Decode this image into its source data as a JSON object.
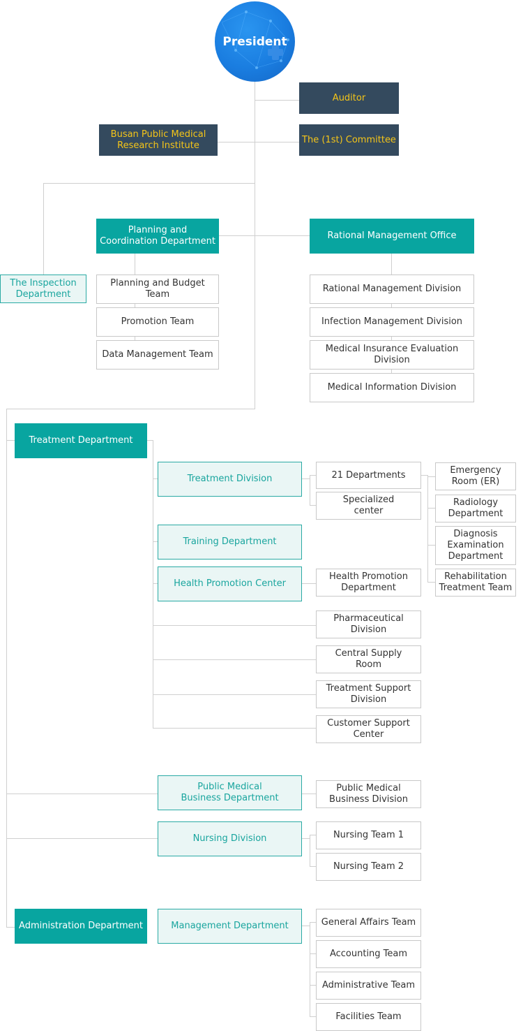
{
  "president": {
    "label": "President"
  },
  "top": {
    "auditor": "Auditor",
    "research_institute": "Busan Public Medical\nResearch Institute",
    "committee": "The (1st) Committee"
  },
  "inspection": "The Inspection\nDepartment",
  "planning": {
    "head": "Planning and\nCoordination Department",
    "teams": [
      "Planning and Budget Team",
      "Promotion Team",
      "Data Management Team"
    ]
  },
  "rational": {
    "head": "Rational Management Office",
    "divisions": [
      "Rational Management Division",
      "Infection Management Division",
      "Medical Insurance Evaluation Division",
      "Medical Information Division"
    ]
  },
  "treatment": {
    "head": "Treatment Department",
    "treatment_division": {
      "label": "Treatment Division",
      "subs": [
        "21 Departments",
        "Specialized\ncenter"
      ],
      "units": [
        "Emergency\nRoom (ER)",
        "Radiology\nDepartment",
        "Diagnosis\nExamination\nDepartment",
        "Rehabilitation\nTreatment Team"
      ]
    },
    "training": "Training Department",
    "health_promotion": {
      "label": "Health Promotion Center",
      "sub": "Health Promotion\nDepartment"
    },
    "support": [
      "Pharmaceutical\nDivision",
      "Central Supply\nRoom",
      "Treatment Support\nDivision",
      "Customer Support\nCenter"
    ]
  },
  "public_medical": {
    "label": "Public Medical\nBusiness Department",
    "sub": "Public Medical\nBusiness Division"
  },
  "nursing": {
    "label": "Nursing Division",
    "teams": [
      "Nursing Team 1",
      "Nursing Team 2"
    ]
  },
  "administration": {
    "head": "Administration Department",
    "management": "Management Department",
    "teams": [
      "General Affairs Team",
      "Accounting Team",
      "Administrative Team",
      "Facilities Team"
    ]
  }
}
